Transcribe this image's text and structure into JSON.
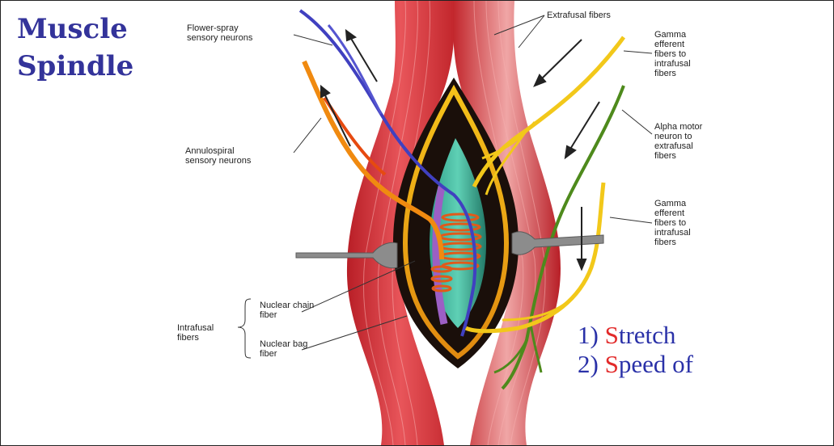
{
  "title": [
    "Muscle",
    "Spindle"
  ],
  "labels": {
    "flower_spray": "Flower-spray\nsensory neurons",
    "annulospiral": "Annulospiral\nsensory neurons",
    "extrafusal": "Extrafusal fibers",
    "gamma_top": "Gamma\nefferent\nfibers to\nintrafusal\nfibers",
    "alpha_motor": "Alpha motor\nneuron to\nextrafusal\nfibers",
    "gamma_bottom": "Gamma\nefferent\nfibers to\nintrafusal\nfibers",
    "intrafusal": "Intrafusal\nfibers",
    "nuclear_chain": "Nuclear chain\nfiber",
    "nuclear_bag": "Nuclear bag\nfiber"
  },
  "list": [
    {
      "num": "1)",
      "initial": "S",
      "rest": "tretch"
    },
    {
      "num": "2)",
      "initial": "S",
      "rest": "peed of"
    }
  ],
  "colors": {
    "title": "#33339a",
    "list_text": "#2a31a8",
    "list_initial": "#e22a2a",
    "muscle": "#d8333a",
    "sensory_blue": "#4040c0",
    "sensory_orange": "#f08a10",
    "gamma_yellow": "#f2c81a",
    "alpha_green": "#4e8a1c"
  }
}
